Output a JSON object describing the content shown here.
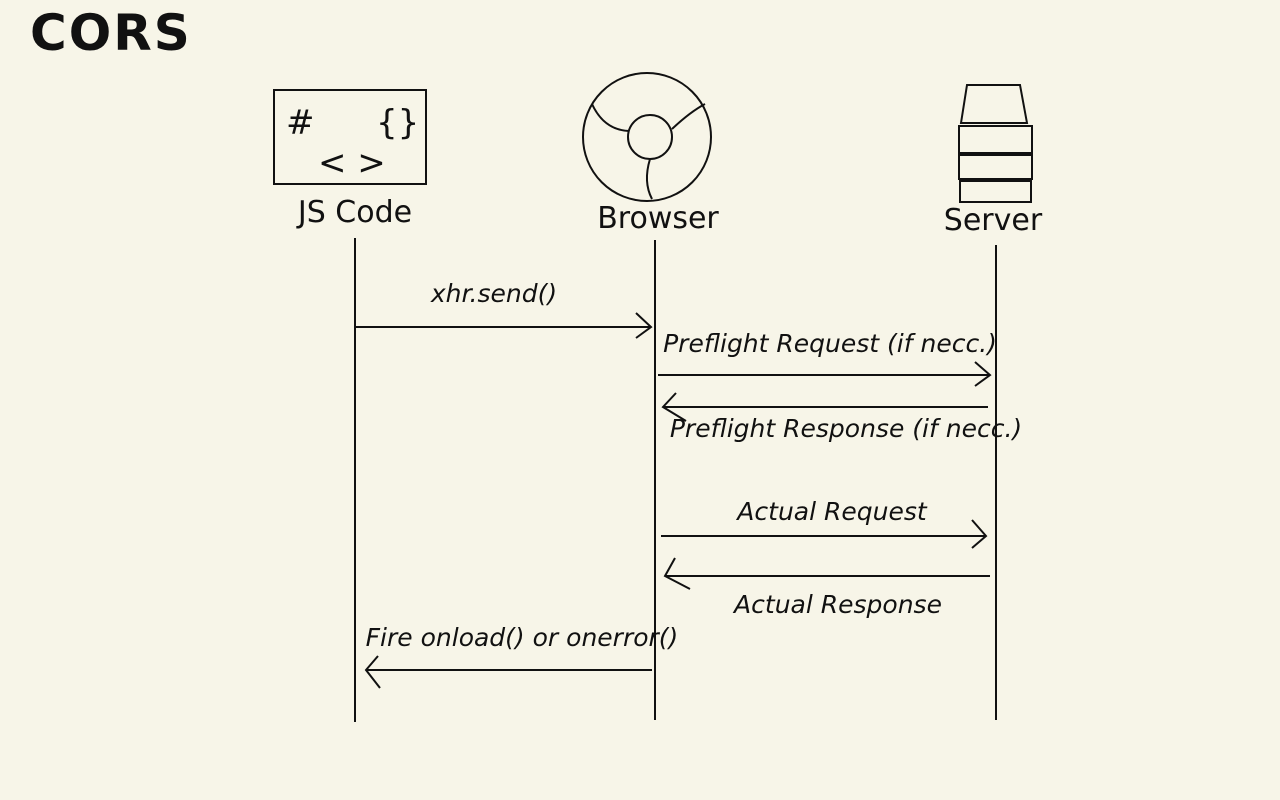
{
  "title": "CORS",
  "actors": [
    {
      "label": "JS Code",
      "icon": "code-icon",
      "glyphs": [
        "#",
        "{}",
        "< >"
      ]
    },
    {
      "label": "Browser",
      "icon": "browser-icon"
    },
    {
      "label": "Server",
      "icon": "server-icon"
    }
  ],
  "messages": [
    {
      "label": "xhr.send()",
      "from": "JS Code",
      "to": "Browser"
    },
    {
      "label": "Preflight Request (if necc.)",
      "from": "Browser",
      "to": "Server"
    },
    {
      "label": "Preflight Response (if necc.)",
      "from": "Server",
      "to": "Browser"
    },
    {
      "label": "Actual Request",
      "from": "Browser",
      "to": "Server"
    },
    {
      "label": "Actual Response",
      "from": "Server",
      "to": "Browser"
    },
    {
      "label": "Fire onload() or onerror()",
      "from": "Browser",
      "to": "JS Code"
    }
  ]
}
